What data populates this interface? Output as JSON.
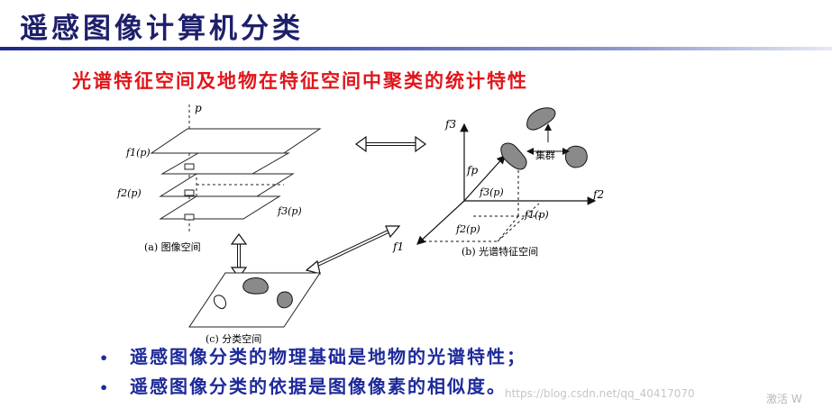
{
  "title": "遥感图像计算机分类",
  "subtitle": "光谱特征空间及地物在特征空间中聚类的统计特性",
  "diagram": {
    "image_space": {
      "axis_label": "p",
      "layer_labels": [
        "f1(p)",
        "f2(p)",
        "f3(p)"
      ],
      "caption": "(a) 图像空间"
    },
    "feature_space": {
      "axis_labels": [
        "f3",
        "f2",
        "f1"
      ],
      "vector_label": "fp",
      "component_labels": [
        "f3(p)",
        "f1(p)",
        "f2(p)"
      ],
      "cluster_label": "集群",
      "caption": "(b) 光谱特征空间"
    },
    "classified_space": {
      "caption": "(c) 分类空间"
    }
  },
  "bullets": [
    "遥感图像分类的物理基础是地物的光谱特性；",
    "遥感图像分类的依据是图像像素的相似度。"
  ],
  "watermark": "https://blog.csdn.net/qq_40417070",
  "activation_text": "激活 W"
}
